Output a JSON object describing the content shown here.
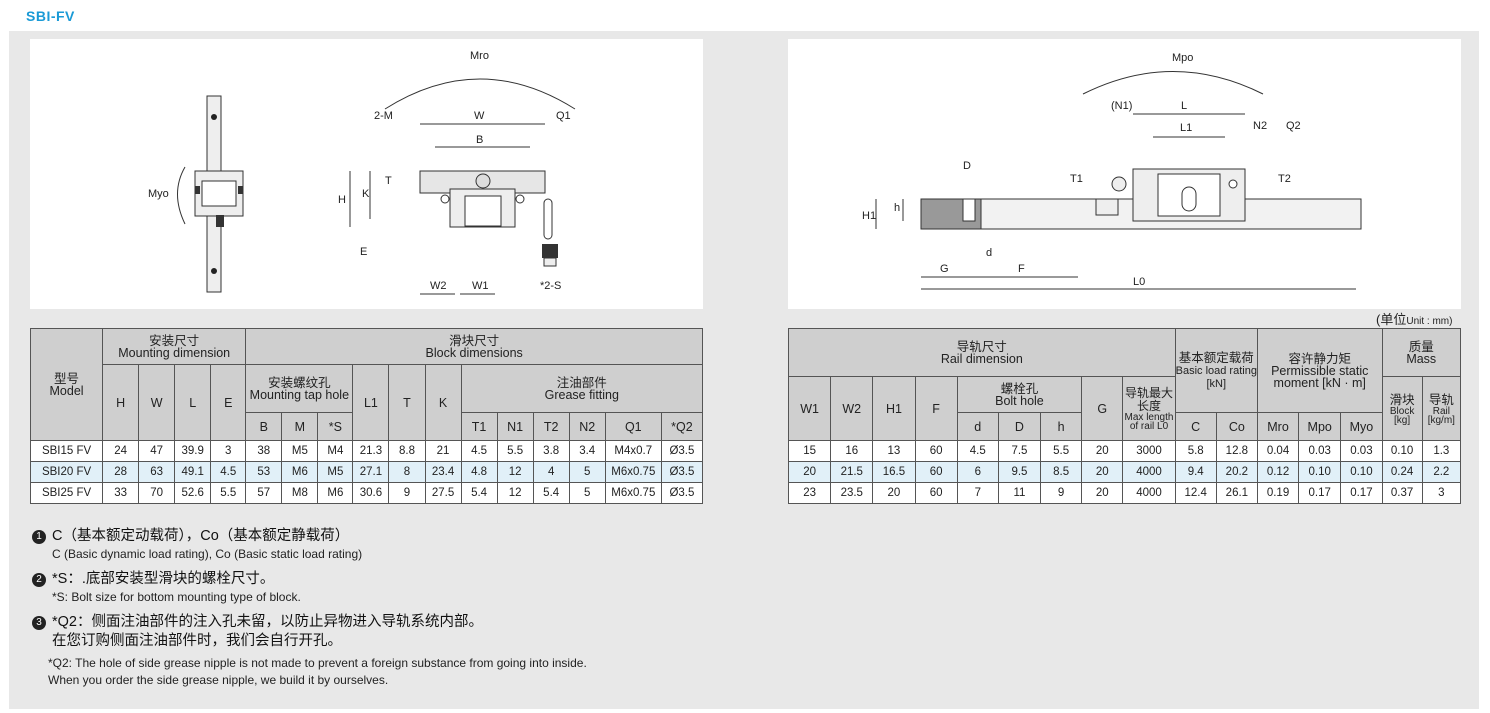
{
  "header": {
    "title": "SBI-FV"
  },
  "fig_left": {
    "labels": {
      "mro": "Mro",
      "myo": "Myo",
      "m2": "2-M",
      "w": "W",
      "q1": "Q1",
      "b": "B",
      "h": "H",
      "k": "K",
      "t": "T",
      "e": "E",
      "w2": "W2",
      "w1": "W1",
      "s2": "*2-S"
    }
  },
  "fig_right": {
    "labels": {
      "mpo": "Mpo",
      "n1": "(N1)",
      "l": "L",
      "l1": "L1",
      "n2": "N2",
      "q2": "Q2",
      "d_big": "D",
      "t1": "T1",
      "t2": "T2",
      "h1": "H1",
      "h": "h",
      "d_small": "d",
      "g": "G",
      "f": "F",
      "l0": "L0"
    }
  },
  "unit": {
    "cn": "(单位",
    "en": "Unit : mm)"
  },
  "table_left": {
    "model_cn": "型号",
    "model_en": "Model",
    "mount_cn": "安装尺寸",
    "mount_en": "Mounting dimension",
    "block_cn": "滑块尺寸",
    "block_en": "Block dimensions",
    "tap_cn": "安装螺纹孔",
    "tap_en": "Mounting tap hole",
    "grease_cn": "注油部件",
    "grease_en": "Grease fitting",
    "cols_mount": [
      "H",
      "W",
      "L",
      "E"
    ],
    "cols_tap": [
      "B",
      "M",
      "*S"
    ],
    "cols_mid": [
      "L1",
      "T",
      "K"
    ],
    "cols_grease": [
      "T1",
      "N1",
      "T2",
      "N2",
      "Q1",
      "*Q2"
    ],
    "rows": [
      [
        "SBI15 FV",
        "24",
        "47",
        "39.9",
        "3",
        "38",
        "M5",
        "M4",
        "21.3",
        "8.8",
        "21",
        "4.5",
        "5.5",
        "3.8",
        "3.4",
        "M4x0.7",
        "Ø3.5"
      ],
      [
        "SBI20 FV",
        "28",
        "63",
        "49.1",
        "4.5",
        "53",
        "M6",
        "M5",
        "27.1",
        "8",
        "23.4",
        "4.8",
        "12",
        "4",
        "5",
        "M6x0.75",
        "Ø3.5"
      ],
      [
        "SBI25 FV",
        "33",
        "70",
        "52.6",
        "5.5",
        "57",
        "M8",
        "M6",
        "30.6",
        "9",
        "27.5",
        "5.4",
        "12",
        "5.4",
        "5",
        "M6x0.75",
        "Ø3.5"
      ]
    ]
  },
  "table_right": {
    "rail_cn": "导轨尺寸",
    "rail_en": "Rail dimension",
    "bolt_cn": "螺栓孔",
    "bolt_en": "Bolt hole",
    "maxlen_cn": "导轨最大长度",
    "maxlen_en": "Max length of rail L0",
    "basic_cn": "基本额定载荷",
    "basic_en": "Basic load rating [kN]",
    "static_cn": "容许静力矩",
    "static_en": "Permissible static moment [kN · m]",
    "mass_cn": "质量",
    "mass_en": "Mass",
    "block_cn": "滑块",
    "block_en": "Block [kg]",
    "railm_cn": "导轨",
    "railm_en": "Rail [kg/m]",
    "cols_a": [
      "W1",
      "W2",
      "H1",
      "F"
    ],
    "cols_bolt": [
      "d",
      "D",
      "h"
    ],
    "col_g": "G",
    "cols_load": [
      "C",
      "Co"
    ],
    "cols_mom": [
      "Mro",
      "Mpo",
      "Myo"
    ],
    "rows": [
      [
        "15",
        "16",
        "13",
        "60",
        "4.5",
        "7.5",
        "5.5",
        "20",
        "3000",
        "5.8",
        "12.8",
        "0.04",
        "0.03",
        "0.03",
        "0.10",
        "1.3"
      ],
      [
        "20",
        "21.5",
        "16.5",
        "60",
        "6",
        "9.5",
        "8.5",
        "20",
        "4000",
        "9.4",
        "20.2",
        "0.12",
        "0.10",
        "0.10",
        "0.24",
        "2.2"
      ],
      [
        "23",
        "23.5",
        "20",
        "60",
        "7",
        "11",
        "9",
        "20",
        "4000",
        "12.4",
        "26.1",
        "0.19",
        "0.17",
        "0.17",
        "0.37",
        "3"
      ]
    ]
  },
  "notes": [
    {
      "num": "1",
      "cn": "C（基本额定动载荷），Co（基本额定静载荷）",
      "en": "C (Basic dynamic load rating), Co (Basic static load rating)"
    },
    {
      "num": "2",
      "cn": "*S：.底部安装型滑块的螺栓尺寸。",
      "en": "*S: Bolt size for bottom mounting type of block."
    },
    {
      "num": "3",
      "cn": "*Q2：侧面注油部件的注入孔未留，以防止异物进入导轨系统内部。",
      "cn2": "在您订购侧面注油部件时，我们会自行开孔。",
      "en": "*Q2: The hole of side grease nipple is not made to prevent a foreign substance from going into inside.",
      "en2": "When you order the side grease nipple, we build it by ourselves."
    }
  ]
}
